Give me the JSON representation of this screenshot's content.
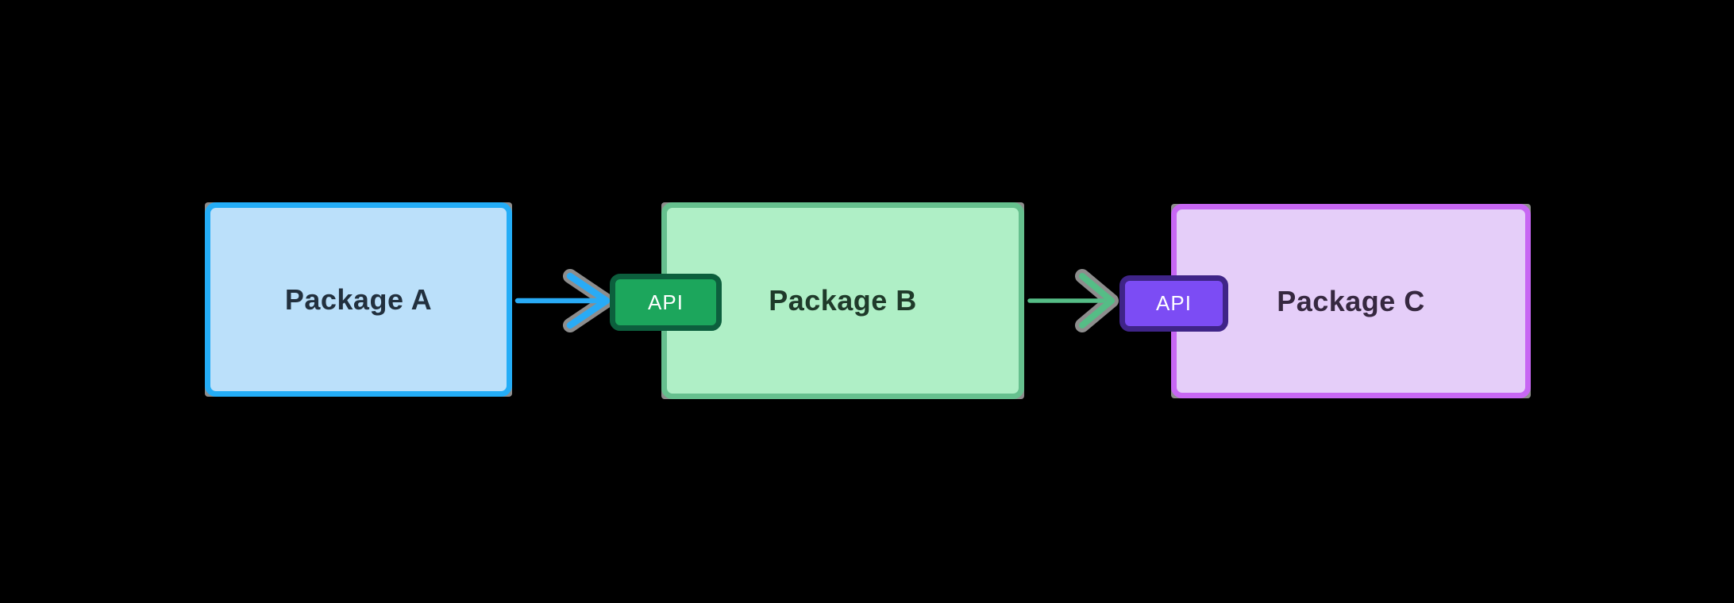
{
  "canvas": {
    "background_color": "#000000"
  },
  "diagram": {
    "nodes": [
      {
        "id": "package-a",
        "label": "Package A",
        "fill": "#bbe0fa",
        "border_color": "#24adf7",
        "text_color": "#22303e"
      },
      {
        "id": "package-b",
        "label": "Package B",
        "fill": "#afefc6",
        "border_color": "#66c08e",
        "text_color": "#1f3a2a"
      },
      {
        "id": "package-c",
        "label": "Package C",
        "fill": "#e5cef9",
        "border_color": "#c767f3",
        "text_color": "#362840"
      }
    ],
    "badges": [
      {
        "id": "api-badge-a-b",
        "label": "API",
        "fill": "#1ca65c",
        "border_color": "#0c5f3d",
        "text_color": "#ffffff"
      },
      {
        "id": "api-badge-b-c",
        "label": "API",
        "fill": "#7c4cf4",
        "border_color": "#3f2488",
        "text_color": "#ffffff"
      }
    ],
    "arrows": [
      {
        "id": "arrow-a-to-b",
        "from": "package-a",
        "to": "package-b",
        "color": "#29abf6",
        "halo_color": "#8d8d8d"
      },
      {
        "id": "arrow-b-to-c",
        "from": "package-b",
        "to": "package-c",
        "color": "#55bd86",
        "halo_color": "#8d8d8d"
      }
    ]
  }
}
